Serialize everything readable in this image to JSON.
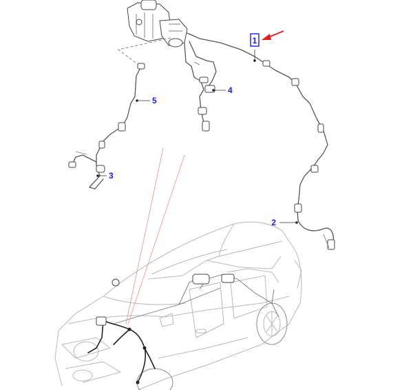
{
  "callouts": [
    {
      "id": "1",
      "label": "1"
    },
    {
      "id": "2",
      "label": "2"
    },
    {
      "id": "3",
      "label": "3"
    },
    {
      "id": "4",
      "label": "4"
    },
    {
      "id": "5",
      "label": "5"
    }
  ],
  "colors": {
    "callout_text": "#1a1aff",
    "highlight_box": "#1a1aff",
    "pointer_arrow": "#e02020",
    "section_lines": "#e89090",
    "line_art": "#555555"
  }
}
